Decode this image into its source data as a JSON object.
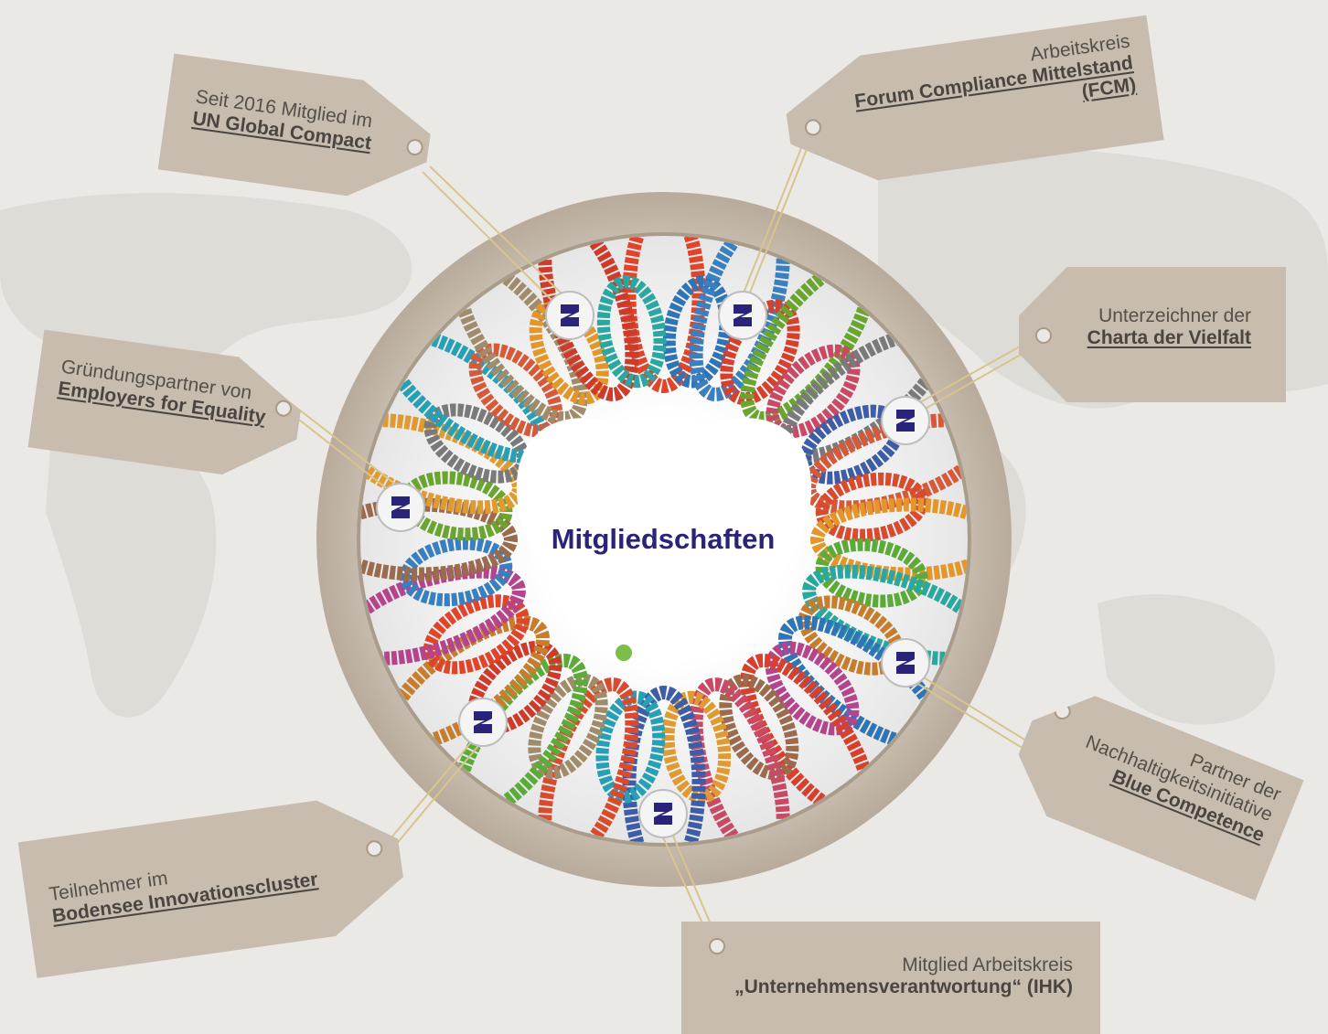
{
  "center_title": "Mitgliedschaften",
  "colors": {
    "title": "#2a237a",
    "tag": "#c7bcae",
    "badge": "#2a237a"
  },
  "tags": {
    "un": {
      "line1": "Seit 2016 Mitglied im",
      "line2": "UN Global Compact"
    },
    "fcm": {
      "line1": "Arbeitskreis",
      "line2": "Forum Compliance Mittelstand",
      "line3": "(FCM)"
    },
    "employers": {
      "line1": "Gründungspartner von",
      "line2": "Employers for Equality"
    },
    "charta": {
      "line1": "Unterzeichner der",
      "line2": "Charta der Vielfalt"
    },
    "blue": {
      "line1": "Partner der",
      "line2": "Nachhaltigkeitsinitiative",
      "line3": "Blue Competence"
    },
    "bodensee": {
      "line1": "Teilnehmer im",
      "line2": "Bodensee Innovationscluster"
    },
    "ihk": {
      "line1": "Mitglied Arbeitskreis",
      "line2": "„Unternehmensverantwortung“ (IHK)"
    }
  }
}
